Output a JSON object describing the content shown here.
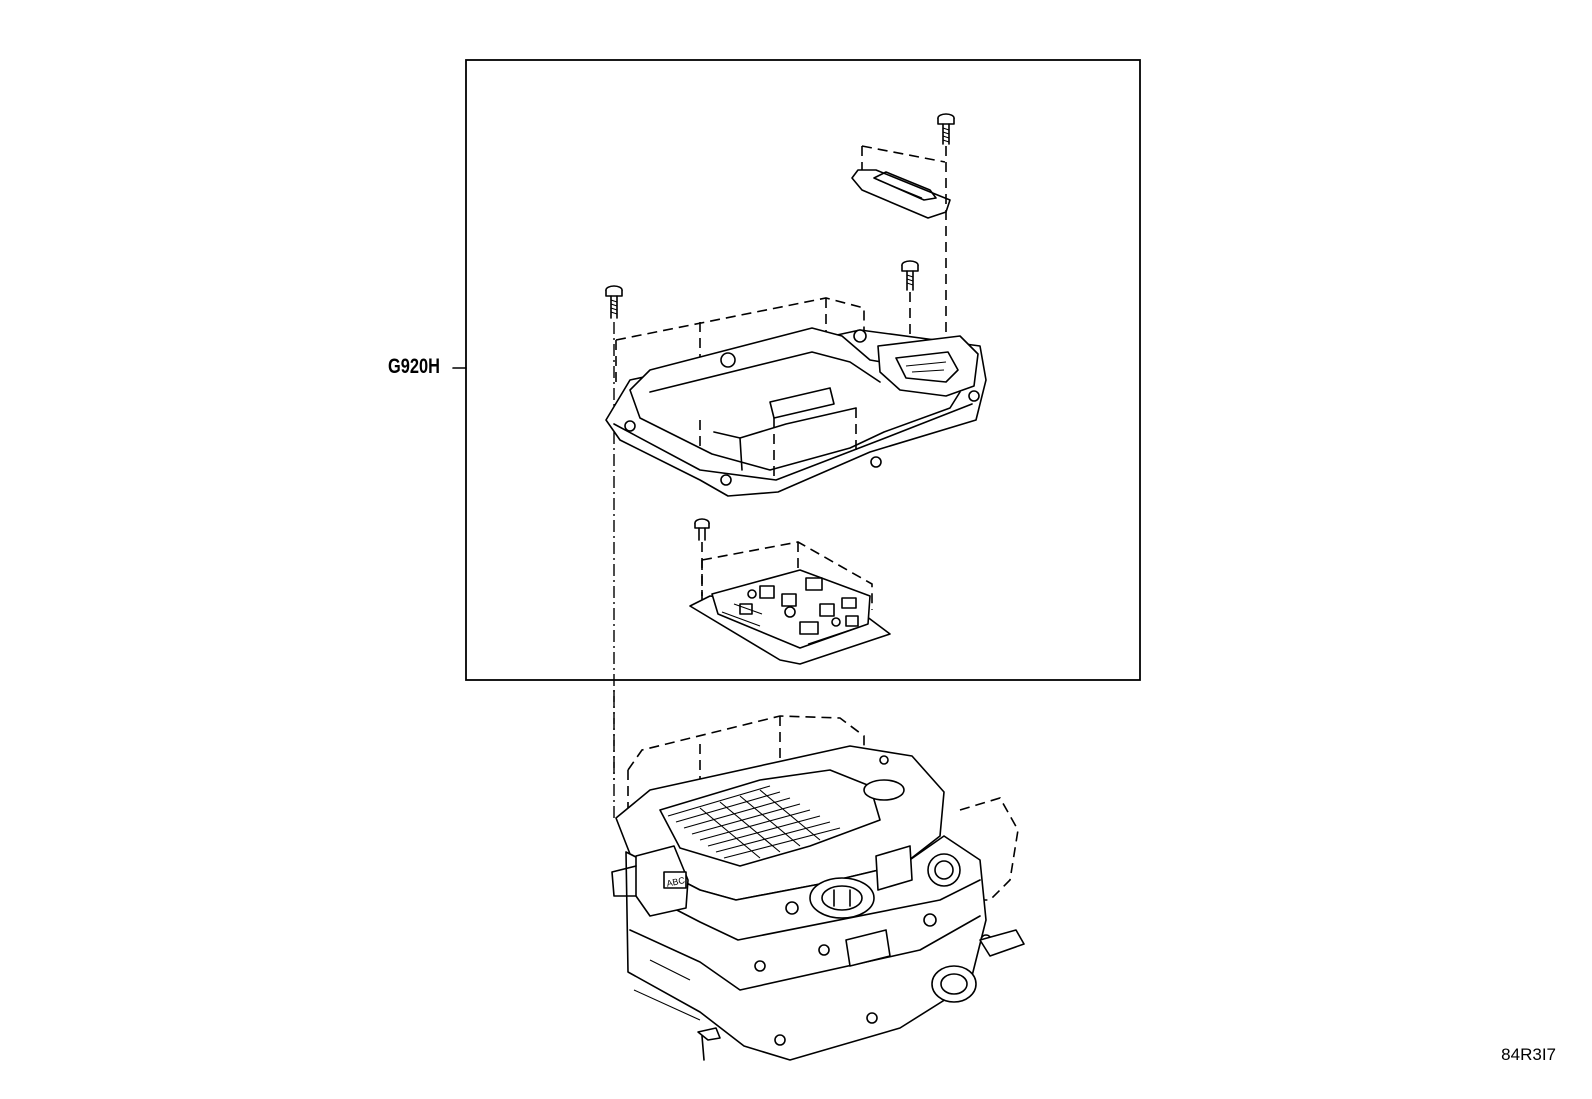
{
  "labels": {
    "part_group": "G920H",
    "reference_code": "84R3I7"
  },
  "connector_tag": "ABC"
}
